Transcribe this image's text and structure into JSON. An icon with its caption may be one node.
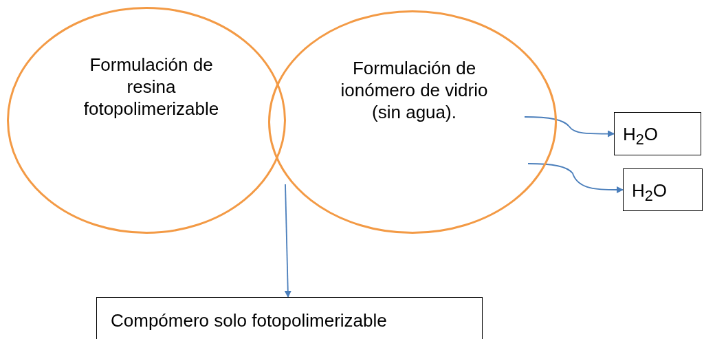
{
  "diagram": {
    "nodes": [
      {
        "text": [
          "Formulación de resina fotopolimerizable"
        ]
      },
      {
        "text": [
          "Formulación de ionómero de vidrio (sin agua)."
        ]
      },
      {
        "text": [
          "H$_{2}$O"
        ]
      },
      {
        "text": [
          "H$_{2}$O"
        ]
      },
      {
        "text": [
          "Compómero solo fotopolimerizable"
        ]
      }
    ],
    "edges": [
      {
        "from": 1,
        "to": 2,
        "arrow": "to"
      },
      {
        "from": 1,
        "to": 3,
        "arrow": "to"
      },
      {
        "from": 1,
        "to": 4,
        "arrow": "to"
      }
    ]
  }
}
